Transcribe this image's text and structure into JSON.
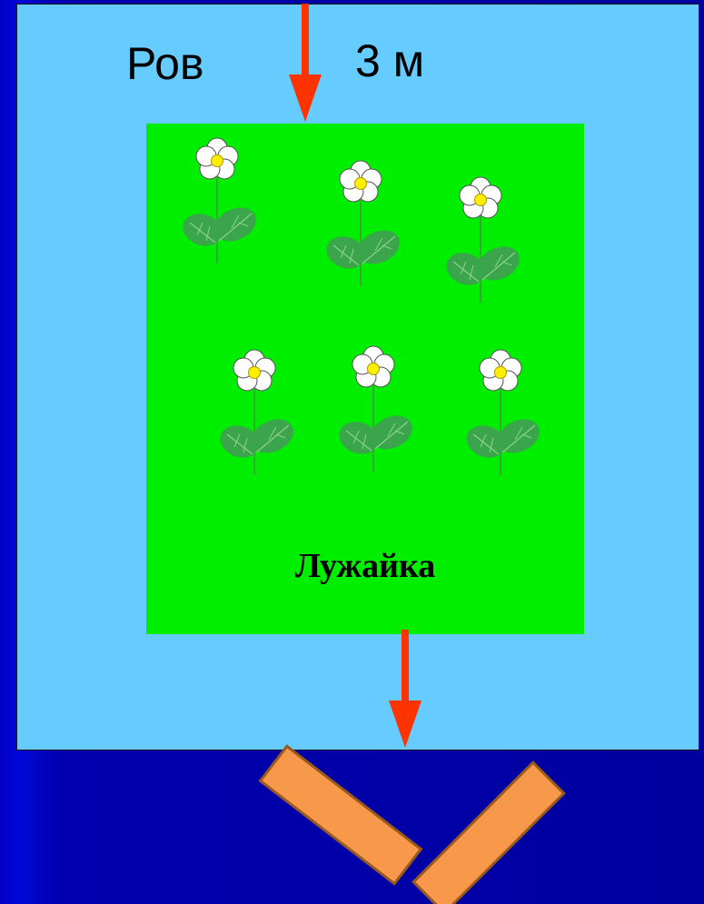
{
  "moat": {
    "label": "Ров",
    "width_label": "3 м",
    "color": "#66ccff"
  },
  "lawn": {
    "label": "Лужайка",
    "color": "#00ee00"
  },
  "arrow_color": "#ff3300",
  "plank_color": "#f7984a",
  "flowers": {
    "count": 6
  }
}
